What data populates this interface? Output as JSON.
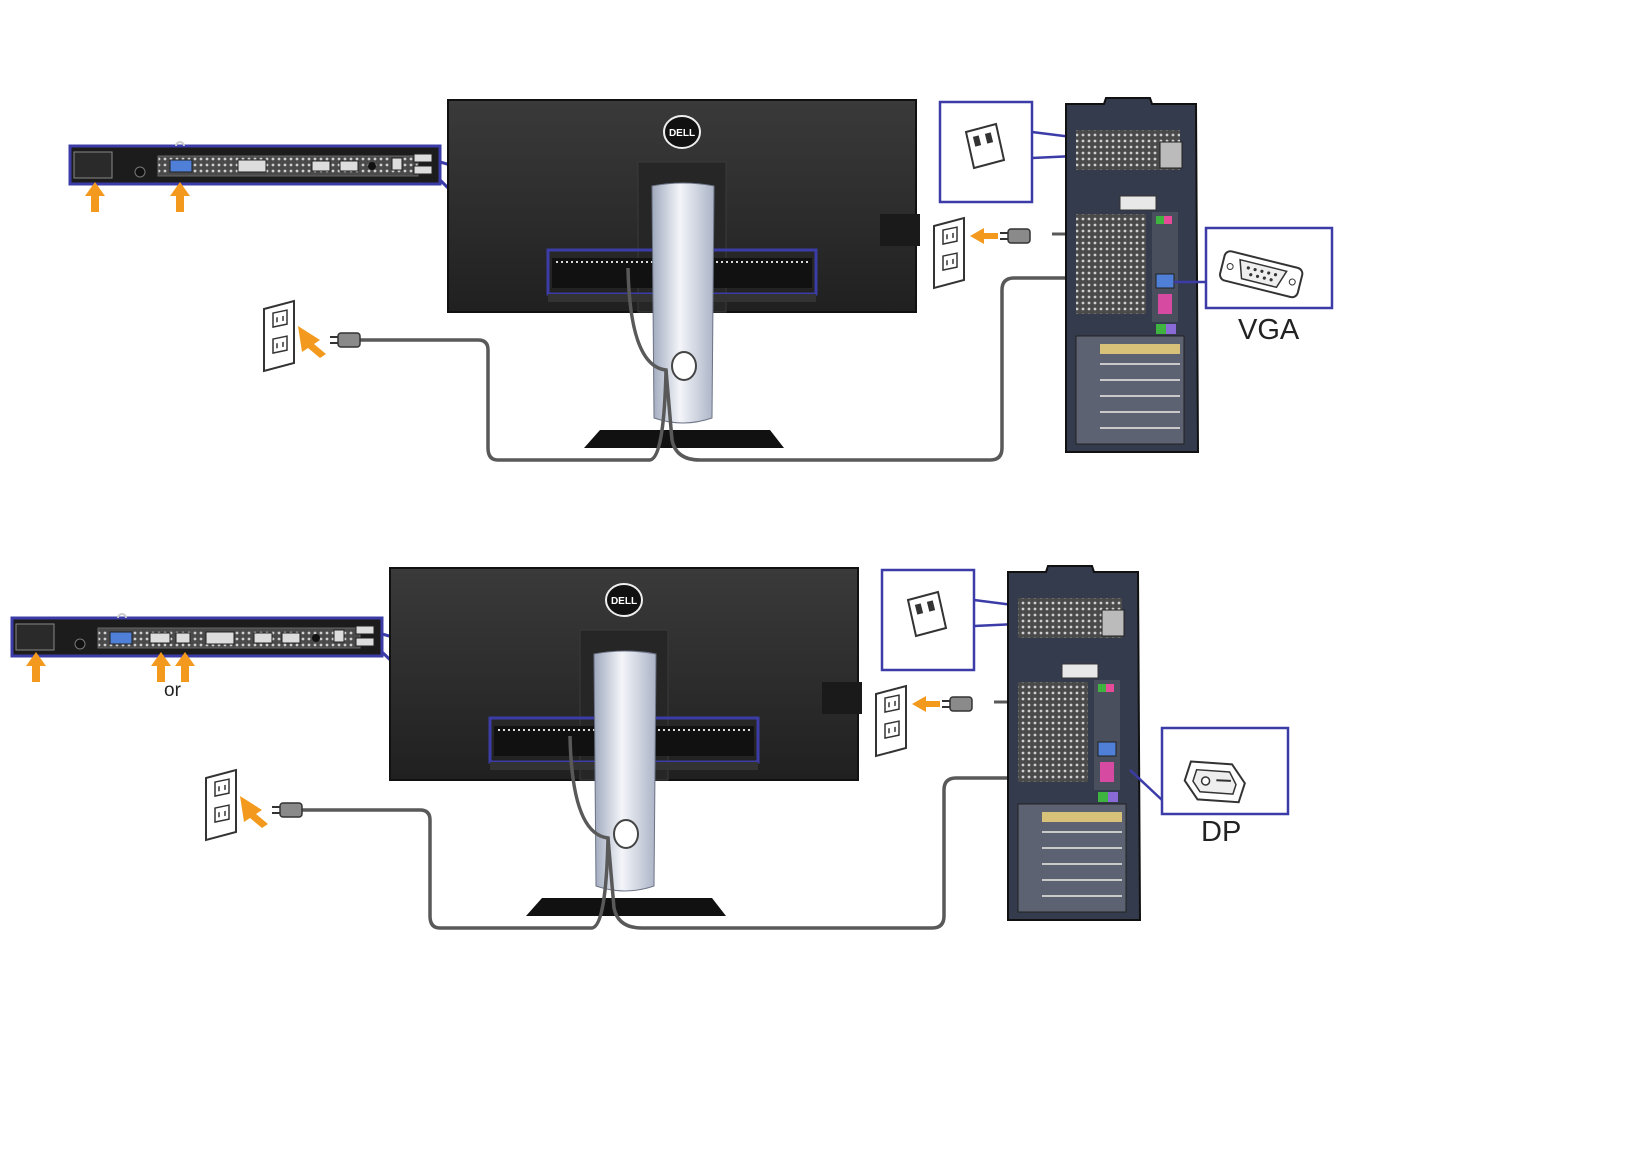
{
  "brand": {
    "monitor_logo": "DELL"
  },
  "diagrams": [
    {
      "id": "vga",
      "connector_label": "VGA",
      "connector_icon": "vga-connector-icon",
      "port_highlights": [
        "power-port",
        "vga-port"
      ]
    },
    {
      "id": "dp",
      "connector_label": "DP",
      "connector_icon": "displayport-connector-icon",
      "port_highlights": [
        "power-port",
        "displayport-port",
        "mini-displayport-port"
      ],
      "or_label": "or"
    }
  ],
  "colors": {
    "callout_outline": "#3b3ca8",
    "arrow": "#f39a1e",
    "cable": "#595959",
    "monitor_body": "#2b2b2b",
    "tower_body": "#343b4c"
  }
}
